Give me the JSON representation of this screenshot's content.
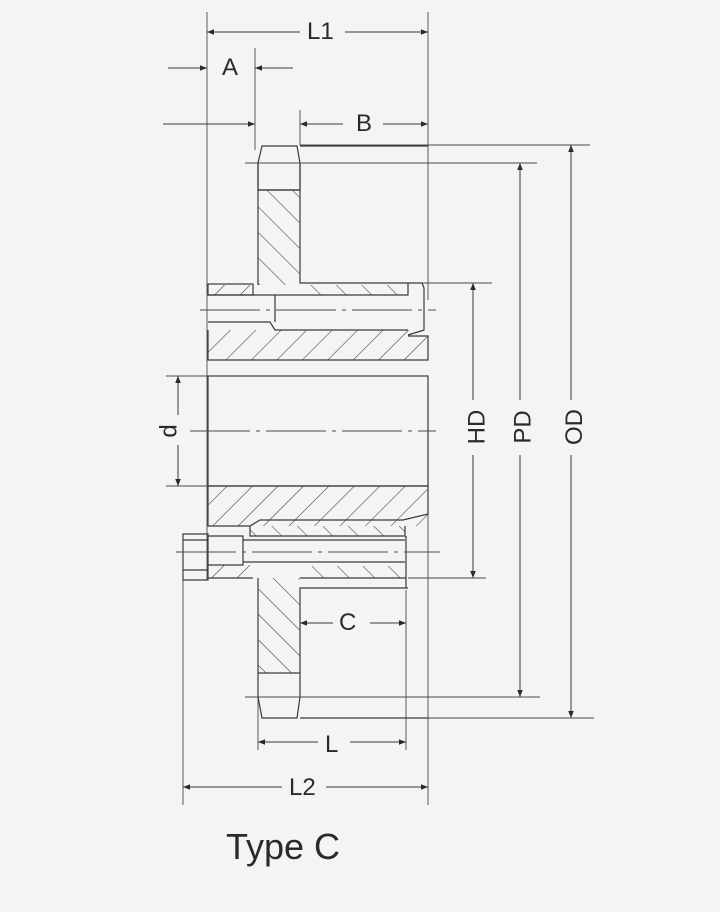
{
  "figure": {
    "title": "Type C",
    "description": "Sectional drawing of a taper-lock bushed sprocket/pulley, Type C",
    "dimension_labels": {
      "L1": "L1",
      "A": "A",
      "B": "B",
      "C": "C",
      "L": "L",
      "L2": "L2",
      "d": "d",
      "HD": "HD",
      "PD": "PD",
      "OD": "OD"
    },
    "colors": {
      "background": "#f4f4f4",
      "line": "#3a3a3a",
      "text": "#2a2a2a"
    }
  }
}
